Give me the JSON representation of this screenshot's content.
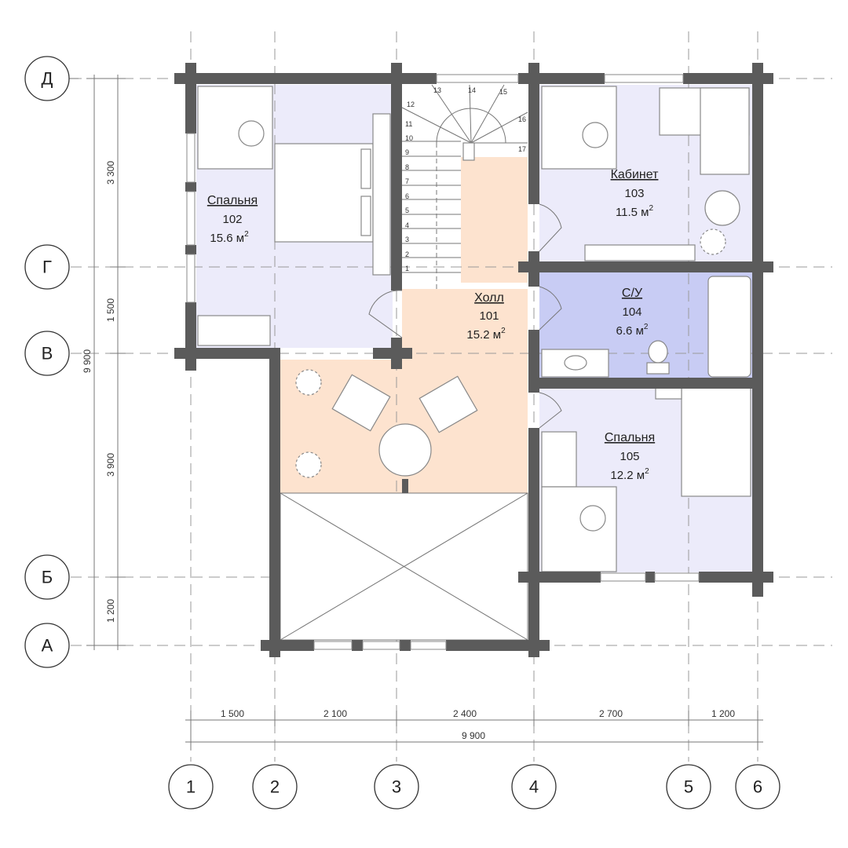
{
  "axes": {
    "rows": [
      "Д",
      "Г",
      "В",
      "Б",
      "А"
    ],
    "columns": [
      "1",
      "2",
      "3",
      "4",
      "5",
      "6"
    ]
  },
  "dimensions": {
    "horizontal": [
      "1 500",
      "2 100",
      "2 400",
      "2 700",
      "1 200"
    ],
    "horizontal_total": "9 900",
    "vertical": [
      "3 300",
      "1 500",
      "3 900",
      "1 200"
    ],
    "vertical_total": "9 900"
  },
  "rooms": [
    {
      "name": "Холл",
      "number": "101",
      "area": "15.2 м",
      "sup": "2"
    },
    {
      "name": "Спальня",
      "number": "102",
      "area": "15.6 м",
      "sup": "2"
    },
    {
      "name": "Кабинет",
      "number": "103",
      "area": "11.5 м",
      "sup": "2"
    },
    {
      "name": "С/У",
      "number": "104",
      "area": "6.6 м",
      "sup": "2"
    },
    {
      "name": "Спальня",
      "number": "105",
      "area": "12.2 м",
      "sup": "2"
    }
  ],
  "stairs": [
    "1",
    "2",
    "3",
    "4",
    "5",
    "6",
    "7",
    "8",
    "9",
    "10",
    "11",
    "12",
    "13",
    "14",
    "15",
    "16",
    "17"
  ],
  "colors": {
    "wall": "#5b5b5b",
    "hall": "#fde3cf",
    "bedroom": "#ecebfa",
    "bathroom": "#c8ccf4"
  }
}
